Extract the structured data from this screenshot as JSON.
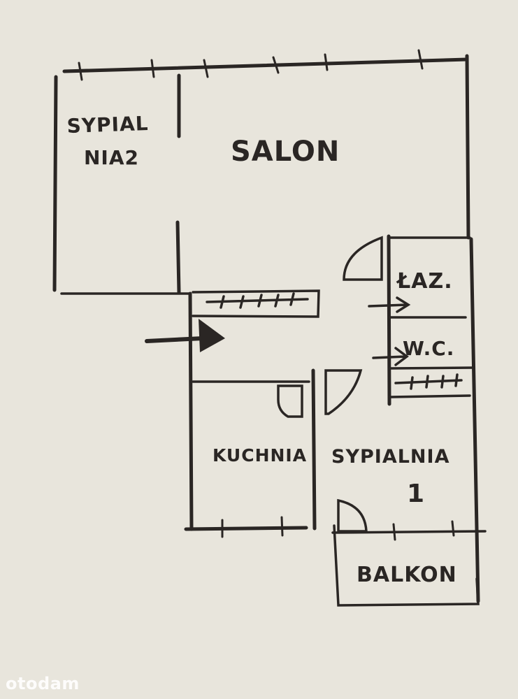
{
  "floor_plan": {
    "rooms": {
      "sypialnia2_line1": "SYPIAL",
      "sypialnia2_line2": "NIA2",
      "salon": "SALON",
      "lazienka": "ŁAZ.",
      "wc": "W.C.",
      "kuchnia": "KUCHNIA",
      "sypialnia1_line1": "SYPIALNIA",
      "sypialnia1_line2": "1",
      "balkon": "BALKON"
    },
    "ink_color": "#2a2624",
    "paper_color": "#e8e5dc"
  },
  "watermark": "otodam"
}
